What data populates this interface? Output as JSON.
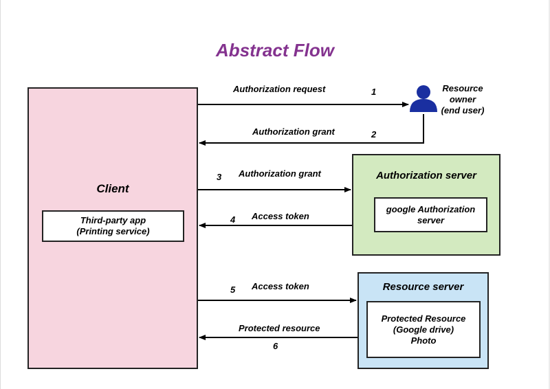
{
  "title": "Abstract Flow",
  "client": {
    "title": "Client",
    "app_label": "Third-party app\n(Printing service)"
  },
  "resource_owner": {
    "label": "Resource\nowner\n(end user)",
    "icon": "user-icon"
  },
  "authorization_server": {
    "title": "Authorization server",
    "inner_label": "google Authorization\nserver"
  },
  "resource_server": {
    "title": "Resource server",
    "inner_label": "Protected Resource\n(Google drive)\nPhoto"
  },
  "flows": [
    {
      "number": "1",
      "label": "Authorization request"
    },
    {
      "number": "2",
      "label": "Authorization grant"
    },
    {
      "number": "3",
      "label": "Authorization grant"
    },
    {
      "number": "4",
      "label": "Access token"
    },
    {
      "number": "5",
      "label": "Access token"
    },
    {
      "number": "6",
      "label": "Protected resource"
    }
  ],
  "colors": {
    "title": "#84338f",
    "client_fill": "#f7d5df",
    "auth_fill": "#d3eac0",
    "resource_fill": "#c9e4f6",
    "user_icon": "#1a2fa0"
  }
}
